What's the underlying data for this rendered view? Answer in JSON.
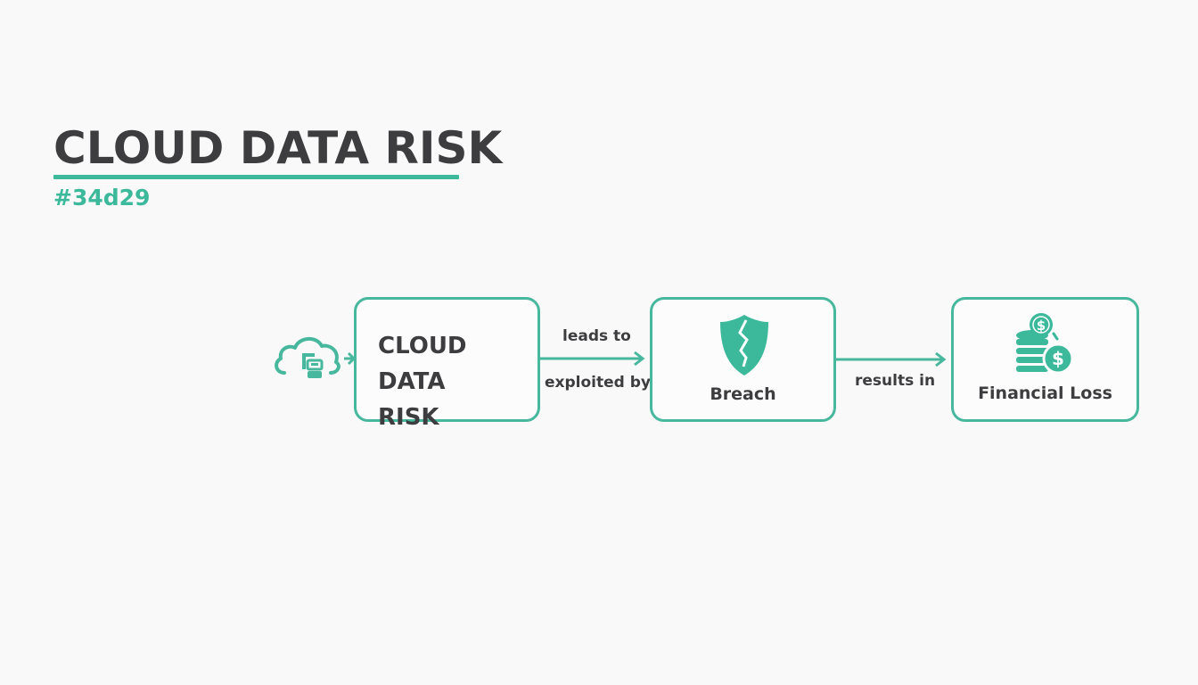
{
  "header": {
    "title": "CLOUD DATA RISK",
    "subtitle": "#34d29"
  },
  "colors": {
    "accent": "#3cb89b",
    "text": "#3d3d3f",
    "background": "#f8f9f8"
  },
  "diagram": {
    "start_icon": "cloud-database-icon",
    "nodes": [
      {
        "id": "n1",
        "label": "CLOUD DATA\nRISK",
        "icon": null
      },
      {
        "id": "n2",
        "label": "Breach",
        "icon": "cracked-shield-icon"
      },
      {
        "id": "n3",
        "label": "Financial Loss",
        "icon": "coins-dollar-icon"
      }
    ],
    "edges": [
      {
        "from": "start-icon",
        "to": "n1",
        "label": ""
      },
      {
        "from": "n1",
        "to": "n2",
        "label_above": "leads to",
        "label_below": "exploited by"
      },
      {
        "from": "n2",
        "to": "n3",
        "label": "results in"
      }
    ]
  }
}
